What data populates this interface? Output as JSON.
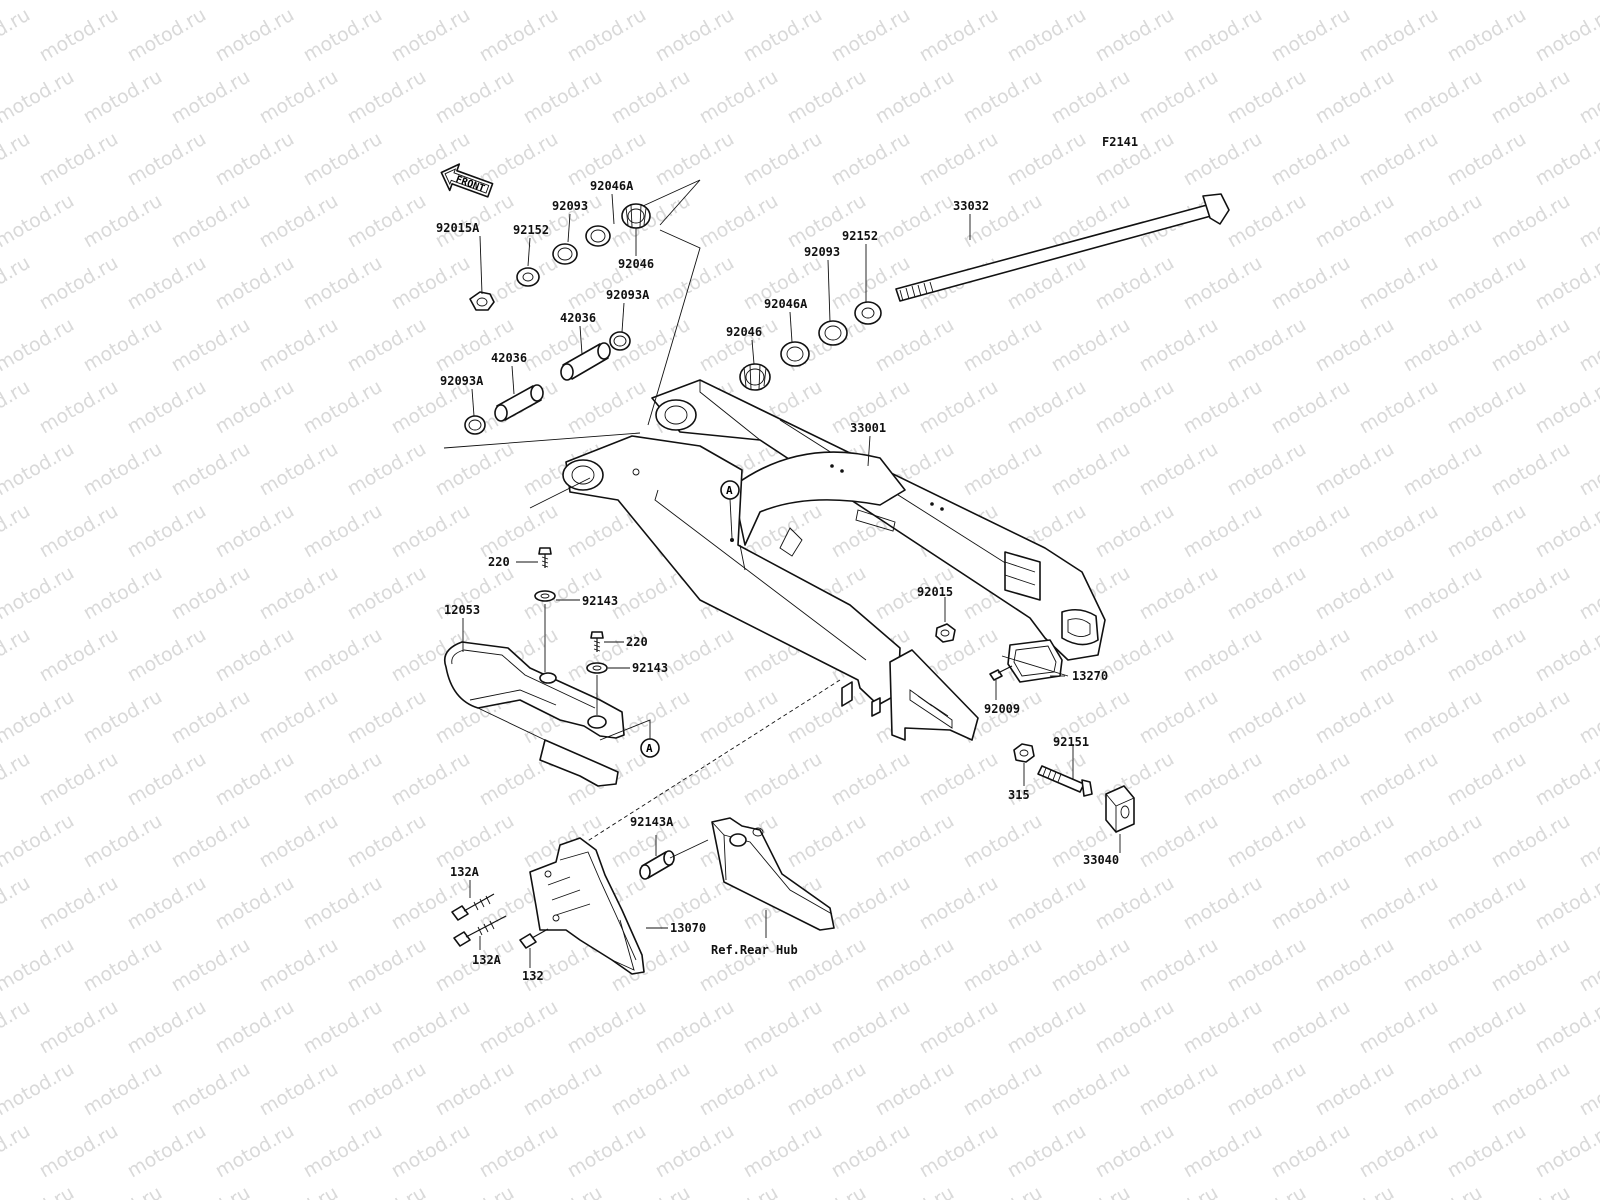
{
  "figure_code": "F2141",
  "watermark": "motod.ru",
  "front_arrow_label": "FRONT",
  "reference_marker": "A",
  "labels": {
    "p92046A_top": "92046A",
    "p92093_top": "92093",
    "p92152_top": "92152",
    "p92015A": "92015A",
    "p92046_top": "92046",
    "p42036_a": "42036",
    "p92093A_a": "92093A",
    "p42036_b": "42036",
    "p92093A_b": "92093A",
    "p33032": "33032",
    "p92152_r": "92152",
    "p92093_r": "92093",
    "p92046A_r": "92046A",
    "p92046_r": "92046",
    "p33001": "33001",
    "p220_a": "220",
    "p92143_a": "92143",
    "p12053": "12053",
    "p220_b": "220",
    "p92143_b": "92143",
    "p92015": "92015",
    "p13270": "13270",
    "p92009": "92009",
    "p92151": "92151",
    "p315": "315",
    "p33040": "33040",
    "p92143A": "92143A",
    "p132A_a": "132A",
    "p13070": "13070",
    "p132A_b": "132A",
    "p132": "132",
    "ref_rear_hub": "Ref.Rear Hub"
  }
}
